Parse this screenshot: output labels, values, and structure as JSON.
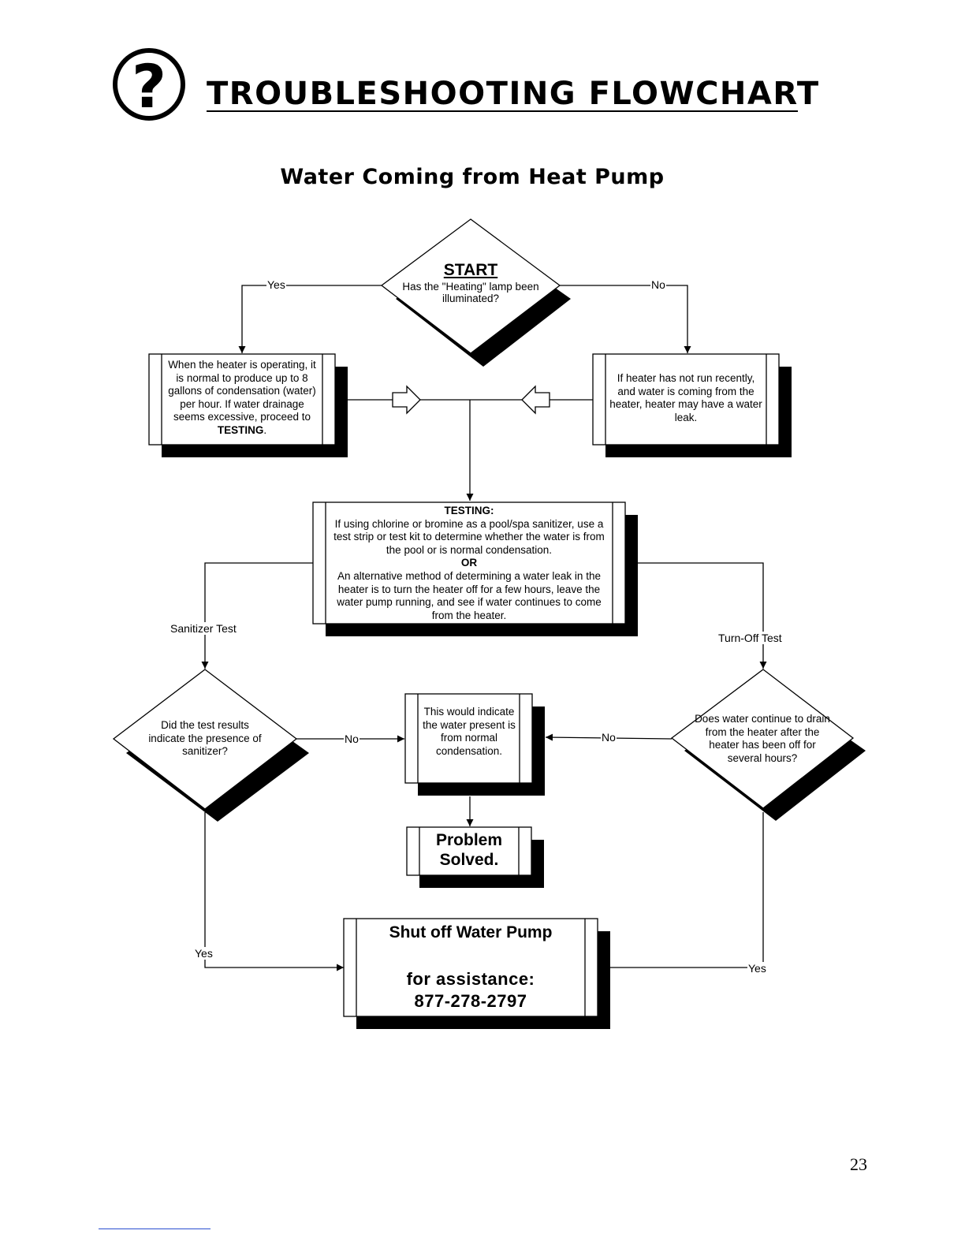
{
  "header": {
    "title": "TROUBLESHOOTING FLOWCHART",
    "subtitle": "Water Coming from Heat Pump"
  },
  "icons": {
    "help": "question-circle-icon"
  },
  "flowchart": {
    "start": {
      "title": "START",
      "question": "Has the \"Heating\" lamp been illuminated?"
    },
    "left_box": "When the heater is operating, it is normal to produce up to 8 gallons of condensation (water) per hour. If water drainage seems excessive, proceed to",
    "left_box_strong": "TESTING",
    "right_box": "If heater has not run recently, and water is coming from the heater, heater may have a water leak.",
    "testing": {
      "title": "TESTING:",
      "para1": "If using chlorine or bromine as a pool/spa sanitizer, use a test strip or test kit to determine whether the water is from the pool or is normal condensation.",
      "or": "OR",
      "para2": "An alternative method of determining a water leak in the heater is to turn the heater off for a few hours, leave the water pump running, and see if water continues to come from the heater."
    },
    "sanitizer_question": "Did the test results indicate the presence of sanitizer?",
    "condensation_box": "This would indicate the water present is from normal condensation.",
    "turnoff_question": "Does water continue to drain from the heater after the heater has been off for several hours?",
    "solved": {
      "line1": "Problem",
      "line2": "Solved."
    },
    "shutoff": {
      "line1": "Shut off Water Pump",
      "line2": "for assistance:",
      "phone": "877-278-2797"
    },
    "labels": {
      "yes_top": "Yes",
      "no_top": "No",
      "sanitizer_test": "Sanitizer Test",
      "turnoff_test": "Turn-Off Test",
      "no_left": "No",
      "no_right": "No",
      "yes_left": "Yes",
      "yes_right": "Yes"
    }
  },
  "page_number": "23"
}
